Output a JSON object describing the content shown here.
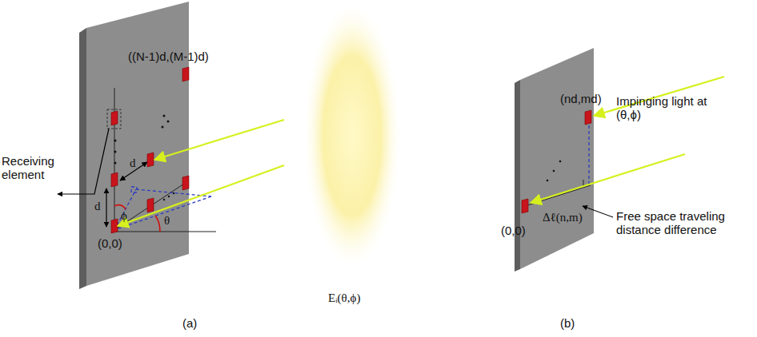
{
  "diagram": {
    "labels": [
      "((N-1)d,(M-1)d)",
      "Receiving element",
      "d",
      "d",
      "ϕ",
      "θ",
      "(0,0)",
      "Eᵢ(θ,ϕ)",
      "(a)",
      "(nd,md)",
      "Impinging light at (θ,ϕ)",
      "(0,0)",
      "Δℓ(n,m)",
      "Free space traveling distance difference",
      "(b)"
    ]
  }
}
